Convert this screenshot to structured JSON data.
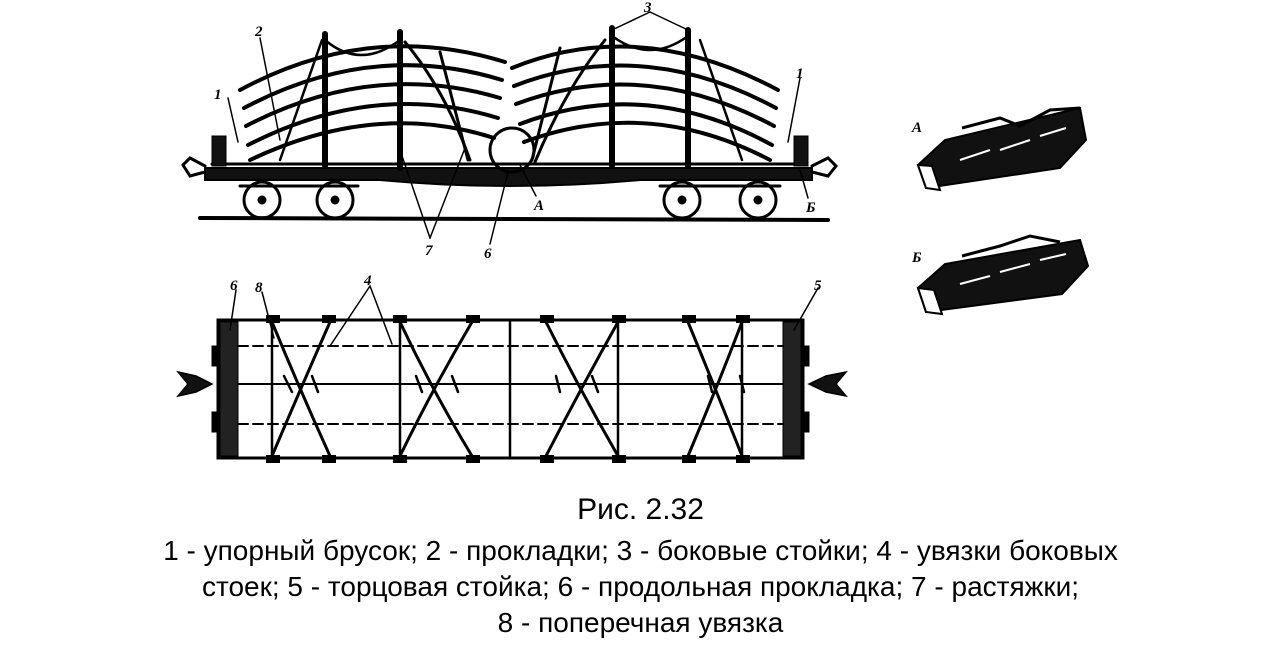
{
  "figure": {
    "number": "Рис. 2.32",
    "legend_lines": [
      "1 - упорный брусок; 2 - прокладки; 3 - боковые стойки; 4 - увязки боковых",
      "стоек; 5 - торцовая стойка; 6 - продольная прокладка;  7 - растяжки;",
      "8 - поперечная увязка"
    ]
  },
  "callouts": {
    "side_view": {
      "label_1_left": "1",
      "label_2": "2",
      "label_3": "3",
      "label_1_right": "1",
      "label_A": "А",
      "label_6": "6",
      "label_7": "7",
      "label_B": "Б"
    },
    "top_view": {
      "label_6": "6",
      "label_8": "8",
      "label_4": "4",
      "label_5": "5"
    },
    "details": {
      "label_A": "А",
      "label_B": "Б"
    }
  }
}
